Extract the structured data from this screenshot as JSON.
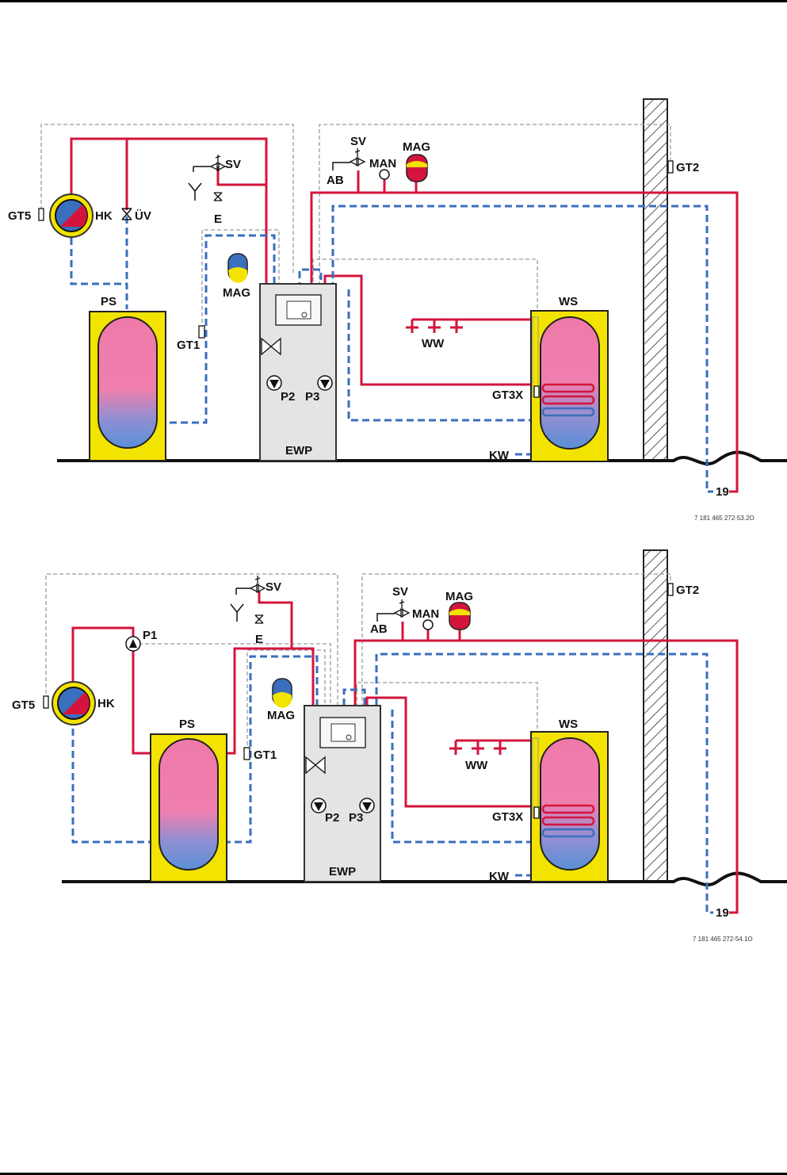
{
  "diagrams": [
    {
      "labels": {
        "gt5": "GT5",
        "hk": "HK",
        "uv": "ÜV",
        "sv": "SV",
        "e": "E",
        "mag_left": "MAG",
        "ps": "PS",
        "gt1": "GT1",
        "p2": "P2",
        "p3": "P3",
        "ewp": "EWP",
        "sv_right": "SV",
        "ab": "AB",
        "man": "MAN",
        "mag_right": "MAG",
        "gt2": "GT2",
        "ws": "WS",
        "ww": "WW",
        "gt3x": "GT3X",
        "kw": "KW",
        "n19": "19"
      },
      "figure_code": "7 181 465 272-53.2O"
    },
    {
      "labels": {
        "gt5": "GT5",
        "hk": "HK",
        "p1": "P1",
        "sv": "SV",
        "e": "E",
        "mag_left": "MAG",
        "ps": "PS",
        "gt1": "GT1",
        "p2": "P2",
        "p3": "P3",
        "ewp": "EWP",
        "sv_right": "SV",
        "ab": "AB",
        "man": "MAN",
        "mag_right": "MAG",
        "gt2": "GT2",
        "ws": "WS",
        "ww": "WW",
        "gt3x": "GT3X",
        "kw": "KW",
        "n19": "19"
      },
      "figure_code": "7 181 465 272-54.1O"
    }
  ],
  "colors": {
    "flow_red": "#d4143c",
    "return_blue": "#3a6fbd",
    "tank_yellow": "#f3e300",
    "tank_pink": "#ee7aa8",
    "control_grey": "#9a9a9a"
  }
}
